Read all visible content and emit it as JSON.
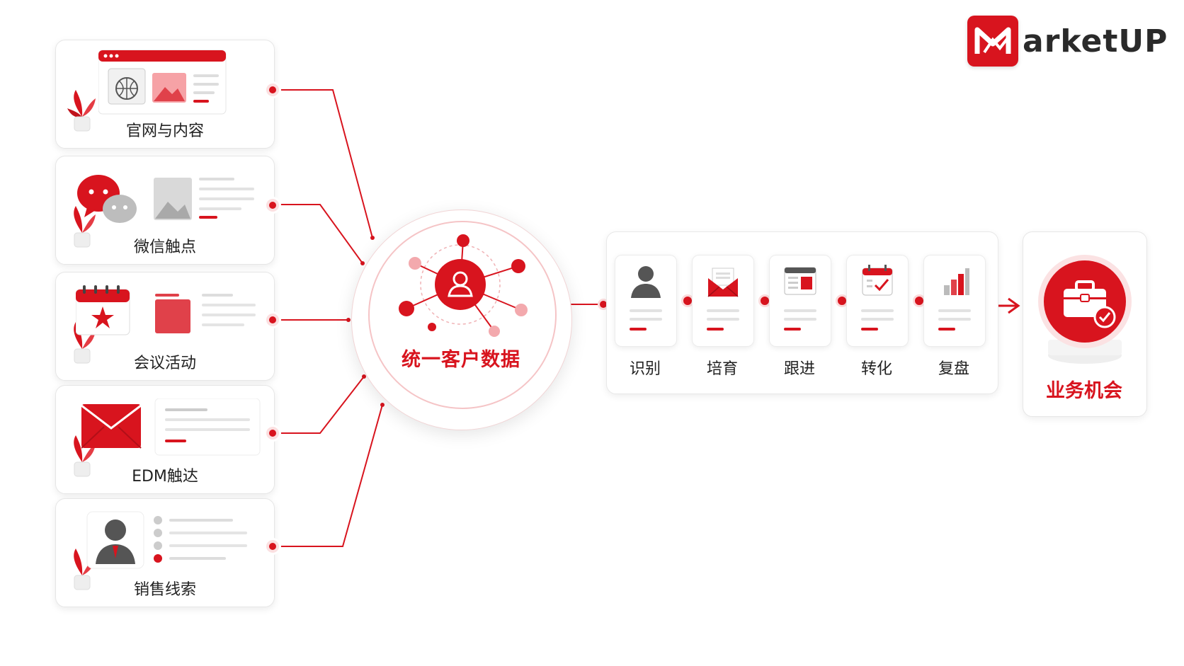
{
  "brand": {
    "logo_text": "arketUP",
    "logo_letter": "M",
    "accent": "#d8141e"
  },
  "sources": [
    {
      "label": "官网与内容",
      "icon": "website-content-icon"
    },
    {
      "label": "微信触点",
      "icon": "wechat-chat-icon"
    },
    {
      "label": "会议活动",
      "icon": "calendar-event-icon"
    },
    {
      "label": "EDM触达",
      "icon": "email-envelope-icon"
    },
    {
      "label": "销售线索",
      "icon": "sales-person-icon"
    }
  ],
  "hub": {
    "label": "统一客户数据",
    "icon": "user-network-icon"
  },
  "pipeline": [
    {
      "label": "识别",
      "icon": "user-icon"
    },
    {
      "label": "培育",
      "icon": "mail-open-icon"
    },
    {
      "label": "跟进",
      "icon": "browser-window-icon"
    },
    {
      "label": "转化",
      "icon": "calendar-check-icon"
    },
    {
      "label": "复盘",
      "icon": "bar-chart-icon"
    }
  ],
  "outcome": {
    "label": "业务机会",
    "icon": "briefcase-check-icon"
  }
}
